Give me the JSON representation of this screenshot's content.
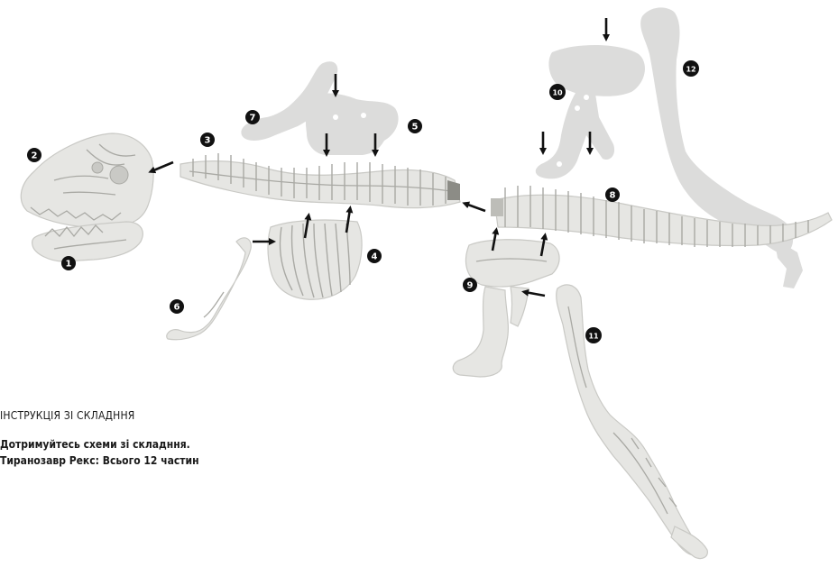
{
  "diagram": {
    "badges": [
      "1",
      "2",
      "3",
      "4",
      "5",
      "6",
      "7",
      "8",
      "9",
      "10",
      "11",
      "12"
    ],
    "colors": {
      "bone": "#e6e6e3",
      "bone_shadow": "#c9c9c5",
      "bone_line": "#a9a9a4",
      "ghost": "#dcdcdb",
      "arrow": "#111111",
      "badge": "#111111",
      "badge_text": "#ffffff"
    }
  },
  "instructions": {
    "heading": "ІНСТРУКЦІЯ ЗІ СКЛАДННЯ",
    "line1": "Дотримуйтесь схеми зі складння.",
    "line2": "Тиранозавр Рекс: Всього 12 частин"
  }
}
